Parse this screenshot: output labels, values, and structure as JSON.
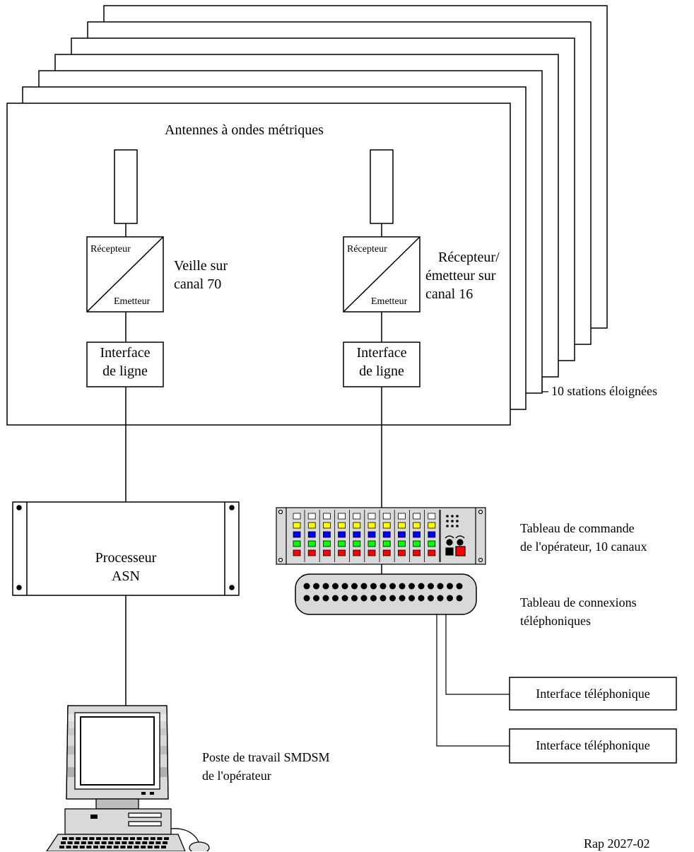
{
  "diagram": {
    "header": "Antennes à ondes métriques",
    "receiver_label": "Récepteur",
    "receiver_label_2": "Récepteur",
    "emitter_label": "Emetteur",
    "emitter_label_2": "Emetteur",
    "left_station": {
      "watch_line1": "Veille sur",
      "watch_line2": "canal 70",
      "line_interface_line1": "Interface",
      "line_interface_line2": "de ligne"
    },
    "right_station": {
      "rx_line1": "Récepteur/",
      "rx_line2": "émetteur sur",
      "rx_line3": "canal 16",
      "line_interface_line1": "Interface",
      "line_interface_line2": "de ligne"
    },
    "remote_stations": "10 stations éloignées",
    "processor_line1": "Processeur",
    "processor_line2": "ASN",
    "control_panel_line1": "Tableau de commande",
    "control_panel_line2": "de l'opérateur, 10 canaux",
    "patch_panel_line1": "Tableau de connexions",
    "patch_panel_line2": "téléphoniques",
    "phone_interface_1": "Interface téléphonique",
    "phone_interface_2": "Interface téléphonique",
    "workstation_line1": "Poste de travail SMDSM",
    "workstation_line2": "de l'opérateur",
    "reference": "Rap 2027-02",
    "control_panel_channels": 10,
    "colors": {
      "stroke": "#000000",
      "panel_fill": "#d9d9d9",
      "led_white": "#ffffff",
      "led_yellow": "#ffff00",
      "led_blue": "#0000ff",
      "led_green": "#00ff00",
      "led_red": "#ff0000"
    }
  }
}
